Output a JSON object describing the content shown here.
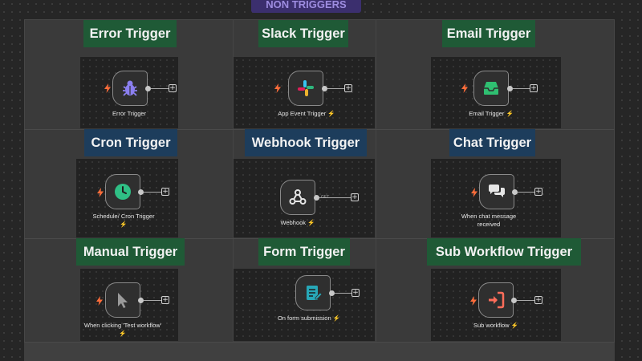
{
  "top_banner": "NON TRIGGERS",
  "triggers": [
    {
      "title": "Error Trigger",
      "node_label": "Error Trigger",
      "bolt": "",
      "icon": "bug-icon"
    },
    {
      "title": "Slack Trigger",
      "node_label": "App Event Trigger",
      "bolt": "⚡",
      "icon": "slack-icon"
    },
    {
      "title": "Email Trigger",
      "node_label": "Email Trigger",
      "bolt": "⚡",
      "icon": "inbox-icon"
    },
    {
      "title": "Cron Trigger",
      "node_label": "Schedule/ Cron Trigger",
      "bolt": "⚡",
      "icon": "clock-icon"
    },
    {
      "title": "Webhook Trigger",
      "node_label": "Webhook",
      "bolt": "⚡",
      "icon": "webhook-icon",
      "tag": "GET"
    },
    {
      "title": "Chat Trigger",
      "node_label": "When chat message received",
      "bolt": "",
      "icon": "chat-icon"
    },
    {
      "title": "Manual Trigger",
      "node_label": "When clicking 'Test workflow'",
      "bolt": "⚡",
      "icon": "cursor-icon"
    },
    {
      "title": "Form Trigger",
      "node_label": "On form submission",
      "bolt": "⚡",
      "icon": "form-icon"
    },
    {
      "title": "Sub Workflow Trigger",
      "node_label": "Sub workflow",
      "bolt": "⚡",
      "icon": "sign-in-icon"
    }
  ],
  "colors": {
    "bolt": "#ff6d3a",
    "title_green": "#1f5a36",
    "title_blue": "#1d3d5c",
    "bug_icon": "#8b7ff0",
    "inbox_icon": "#2fbf71",
    "clock_icon": "#2fbf85",
    "form_icon": "#27a8b8",
    "sign_in_icon": "#ff6d5a"
  }
}
